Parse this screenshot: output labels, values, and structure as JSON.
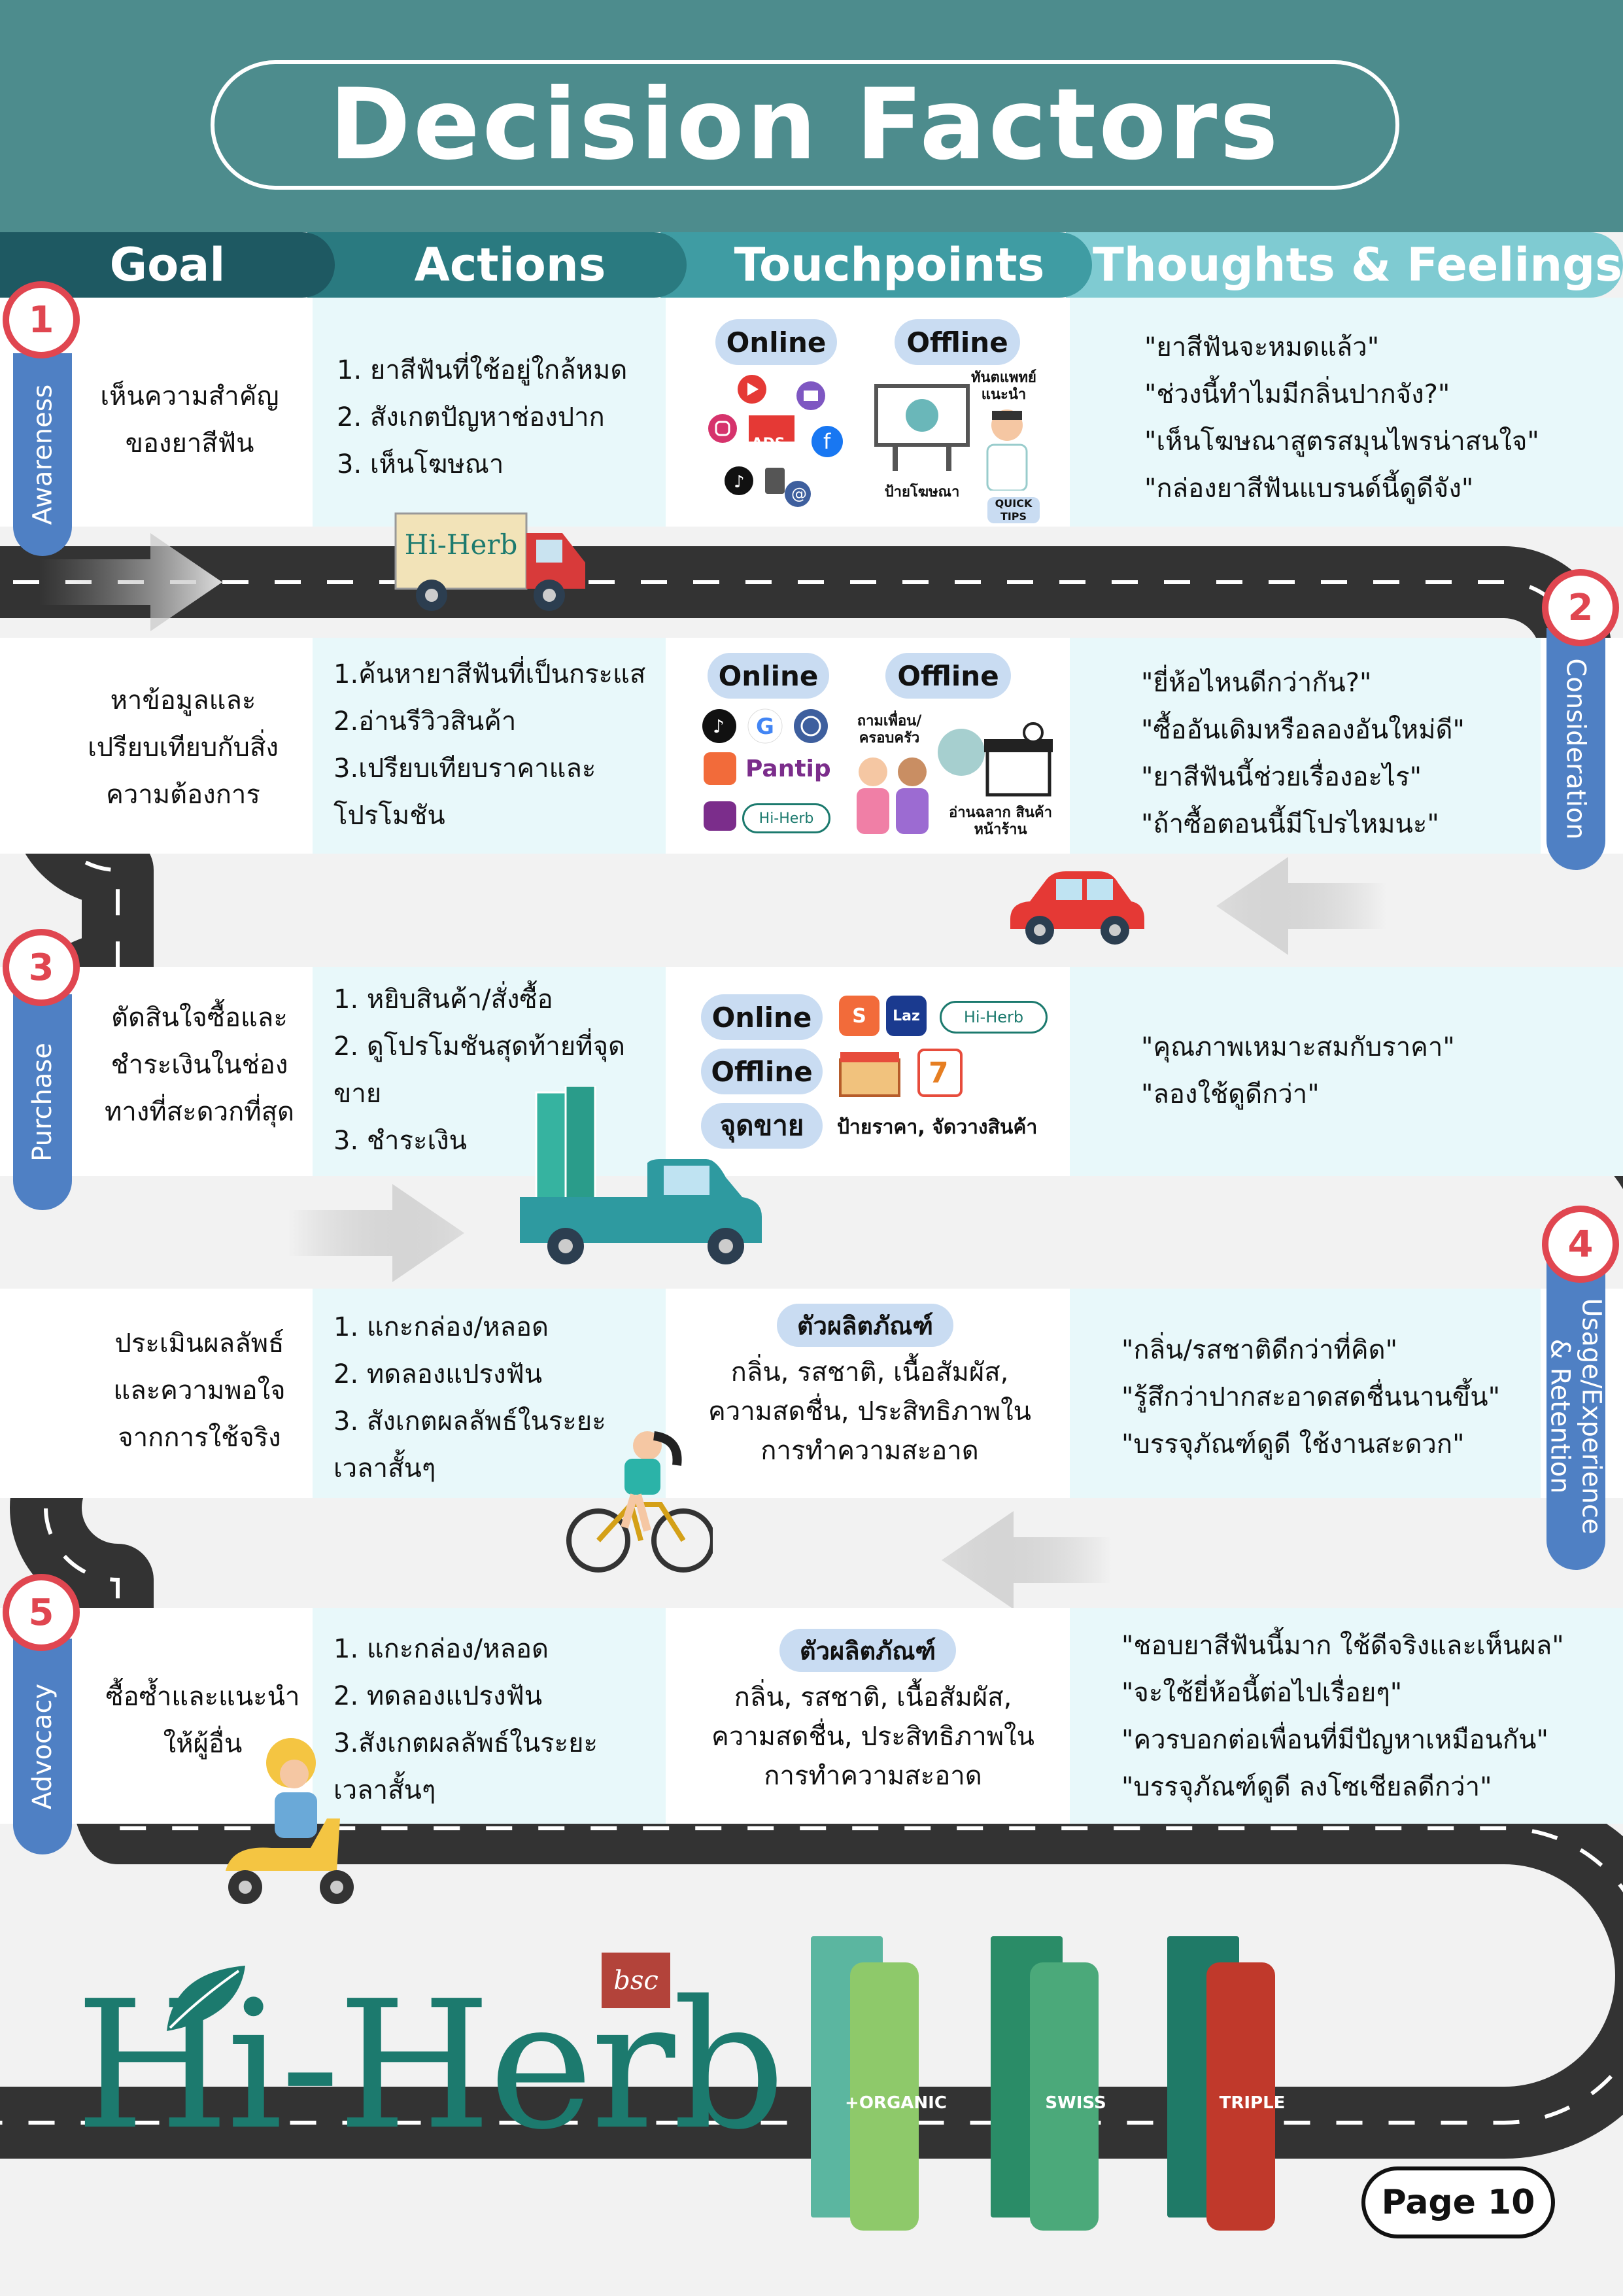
{
  "title": "Decision Factors",
  "columns": [
    "Goal",
    "Actions",
    "Touchpoints",
    "Thoughts & Feelings"
  ],
  "colors": {
    "header": "#4d8c8d",
    "road": "#333333",
    "accent_red": "#e04650",
    "stage_blue": "#4f80c4",
    "brand_green": "#1c7a6e"
  },
  "stages": [
    {
      "number": "1",
      "name": "Awareness",
      "goal": [
        "เห็นความสำคัญ",
        "ของยาสีฟัน"
      ],
      "actions": [
        "1. ยาสีฟันที่ใช้อยู่ใกล้หมด",
        "2. สังเกตปัญหาช่องปาก",
        "3. เห็นโฆษณา"
      ],
      "touchpoints": {
        "online": "Online",
        "offline": "Offline",
        "billboard": "ป้ายโฆษณา",
        "doctor": "ทันตแพทย์ แนะนำ",
        "ads": "ADS",
        "quick_tips": "QUICK TIPS"
      },
      "thoughts": [
        "\"ยาสีฟันจะหมดแล้ว\"",
        "\"ช่วงนี้ทำไมมีกลิ่นปากจัง?\"",
        "\"เห็นโฆษณาสูตรสมุนไพรน่าสนใจ\"",
        "\"กล่องยาสีฟันแบรนด์นี้ดูดีจัง\""
      ]
    },
    {
      "number": "2",
      "name": "Consideration",
      "goal": [
        "หาข้อมูลและ",
        "เปรียบเทียบกับสิ่ง",
        "ความต้องการ"
      ],
      "actions": [
        "1.ค้นหายาสีฟันที่เป็นกระแส",
        "2.อ่านรีวิวสินค้า",
        "3.เปรียบเทียบราคาและ",
        "โปรโมชัน"
      ],
      "touchpoints": {
        "online": "Online",
        "offline": "Offline",
        "friends": "ถามเพื่อน/ ครอบครัว",
        "label_read": "อ่านฉลาก สินค้าหน้าร้าน",
        "pantip": "Pantip",
        "hiherb": "Hi-Herb"
      },
      "thoughts": [
        "\"ยี่ห้อไหนดีกว่ากัน?\"",
        "\"ซื้ออันเดิมหรือลองอันใหม่ดี\"",
        "\"ยาสีฟันนี้ช่วยเรื่องอะไร\"",
        "\"ถ้าซื้อตอนนี้มีโปรไหมนะ\""
      ]
    },
    {
      "number": "3",
      "name": "Purchase",
      "goal": [
        "ตัดสินใจซื้อและ",
        "ชำระเงินในช่อง",
        "ทางที่สะดวกที่สุด"
      ],
      "actions": [
        "1. หยิบสินค้า/สั่งซื้อ",
        "2. ดูโปรโมชันสุดท้ายที่จุด",
        "ขาย",
        "3. ชำระเงิน"
      ],
      "touchpoints": {
        "online": "Online",
        "offline": "Offline",
        "pos": "จุดขาย",
        "pos_detail": "ป้ายราคา, จัดวางสินค้า",
        "hiherb": "Hi-Herb"
      },
      "thoughts": [
        "\"คุณภาพเหมาะสมกับราคา\"",
        "\"ลองใช้ดูดีกว่า\""
      ]
    },
    {
      "number": "4",
      "name": "Usage/Experience & Retention",
      "goal": [
        "ประเมินผลลัพธ์",
        "และความพอใจ",
        "จากการใช้จริง"
      ],
      "actions": [
        "1. แกะกล่อง/หลอด",
        "2. ทดลองแปรงฟัน",
        "3. สังเกตผลลัพธ์ในระยะ",
        "เวลาสั้นๆ"
      ],
      "touchpoints": {
        "label": "ตัวผลิตภัณฑ์",
        "detail": [
          "กลิ่น, รสชาติ, เนื้อสัมผัส,",
          "ความสดชื่น, ประสิทธิภาพใน",
          "การทำความสะอาด"
        ]
      },
      "thoughts": [
        "\"กลิ่น/รสชาติดีกว่าที่คิด\"",
        "\"รู้สึกว่าปากสะอาดสดชื่นนานขึ้น\"",
        "\"บรรจุภัณฑ์ดูดี ใช้งานสะดวก\""
      ]
    },
    {
      "number": "5",
      "name": "Advocacy",
      "goal": [
        "ซื้อซ้ำและแนะนำ",
        "ให้ผู้อื่น"
      ],
      "actions": [
        "1. แกะกล่อง/หลอด",
        "2. ทดลองแปรงฟัน",
        "3.สังเกตผลลัพธ์ในระยะ",
        "เวลาสั้นๆ"
      ],
      "touchpoints": {
        "label": "ตัวผลิตภัณฑ์",
        "detail": [
          "กลิ่น, รสชาติ, เนื้อสัมผัส,",
          "ความสดชื่น, ประสิทธิภาพใน",
          "การทำความสะอาด"
        ]
      },
      "thoughts": [
        "\"ชอบยาสีฟันนี้มาก ใช้ดีจริงและเห็นผล\"",
        "\"จะใช้ยี่ห้อนี้ต่อไปเรื่อยๆ\"",
        "\"ควรบอกต่อเพื่อนที่มีปัญหาเหมือนกัน\"",
        "\"บรรจุภัณฑ์ดูดี ลงโซเชียลดีกว่า\""
      ]
    }
  ],
  "truck_label": "Hi-Herb",
  "brand": {
    "logo": "Hi-Herb",
    "badge": "bsc"
  },
  "products": [
    {
      "variant": "+ORGANIC",
      "color": "#7cbf4a"
    },
    {
      "variant": "SWISS",
      "color": "#2f8a5a"
    },
    {
      "variant": "TRIPLE",
      "color": "#b8322f"
    }
  ],
  "page_label": "Page 10"
}
